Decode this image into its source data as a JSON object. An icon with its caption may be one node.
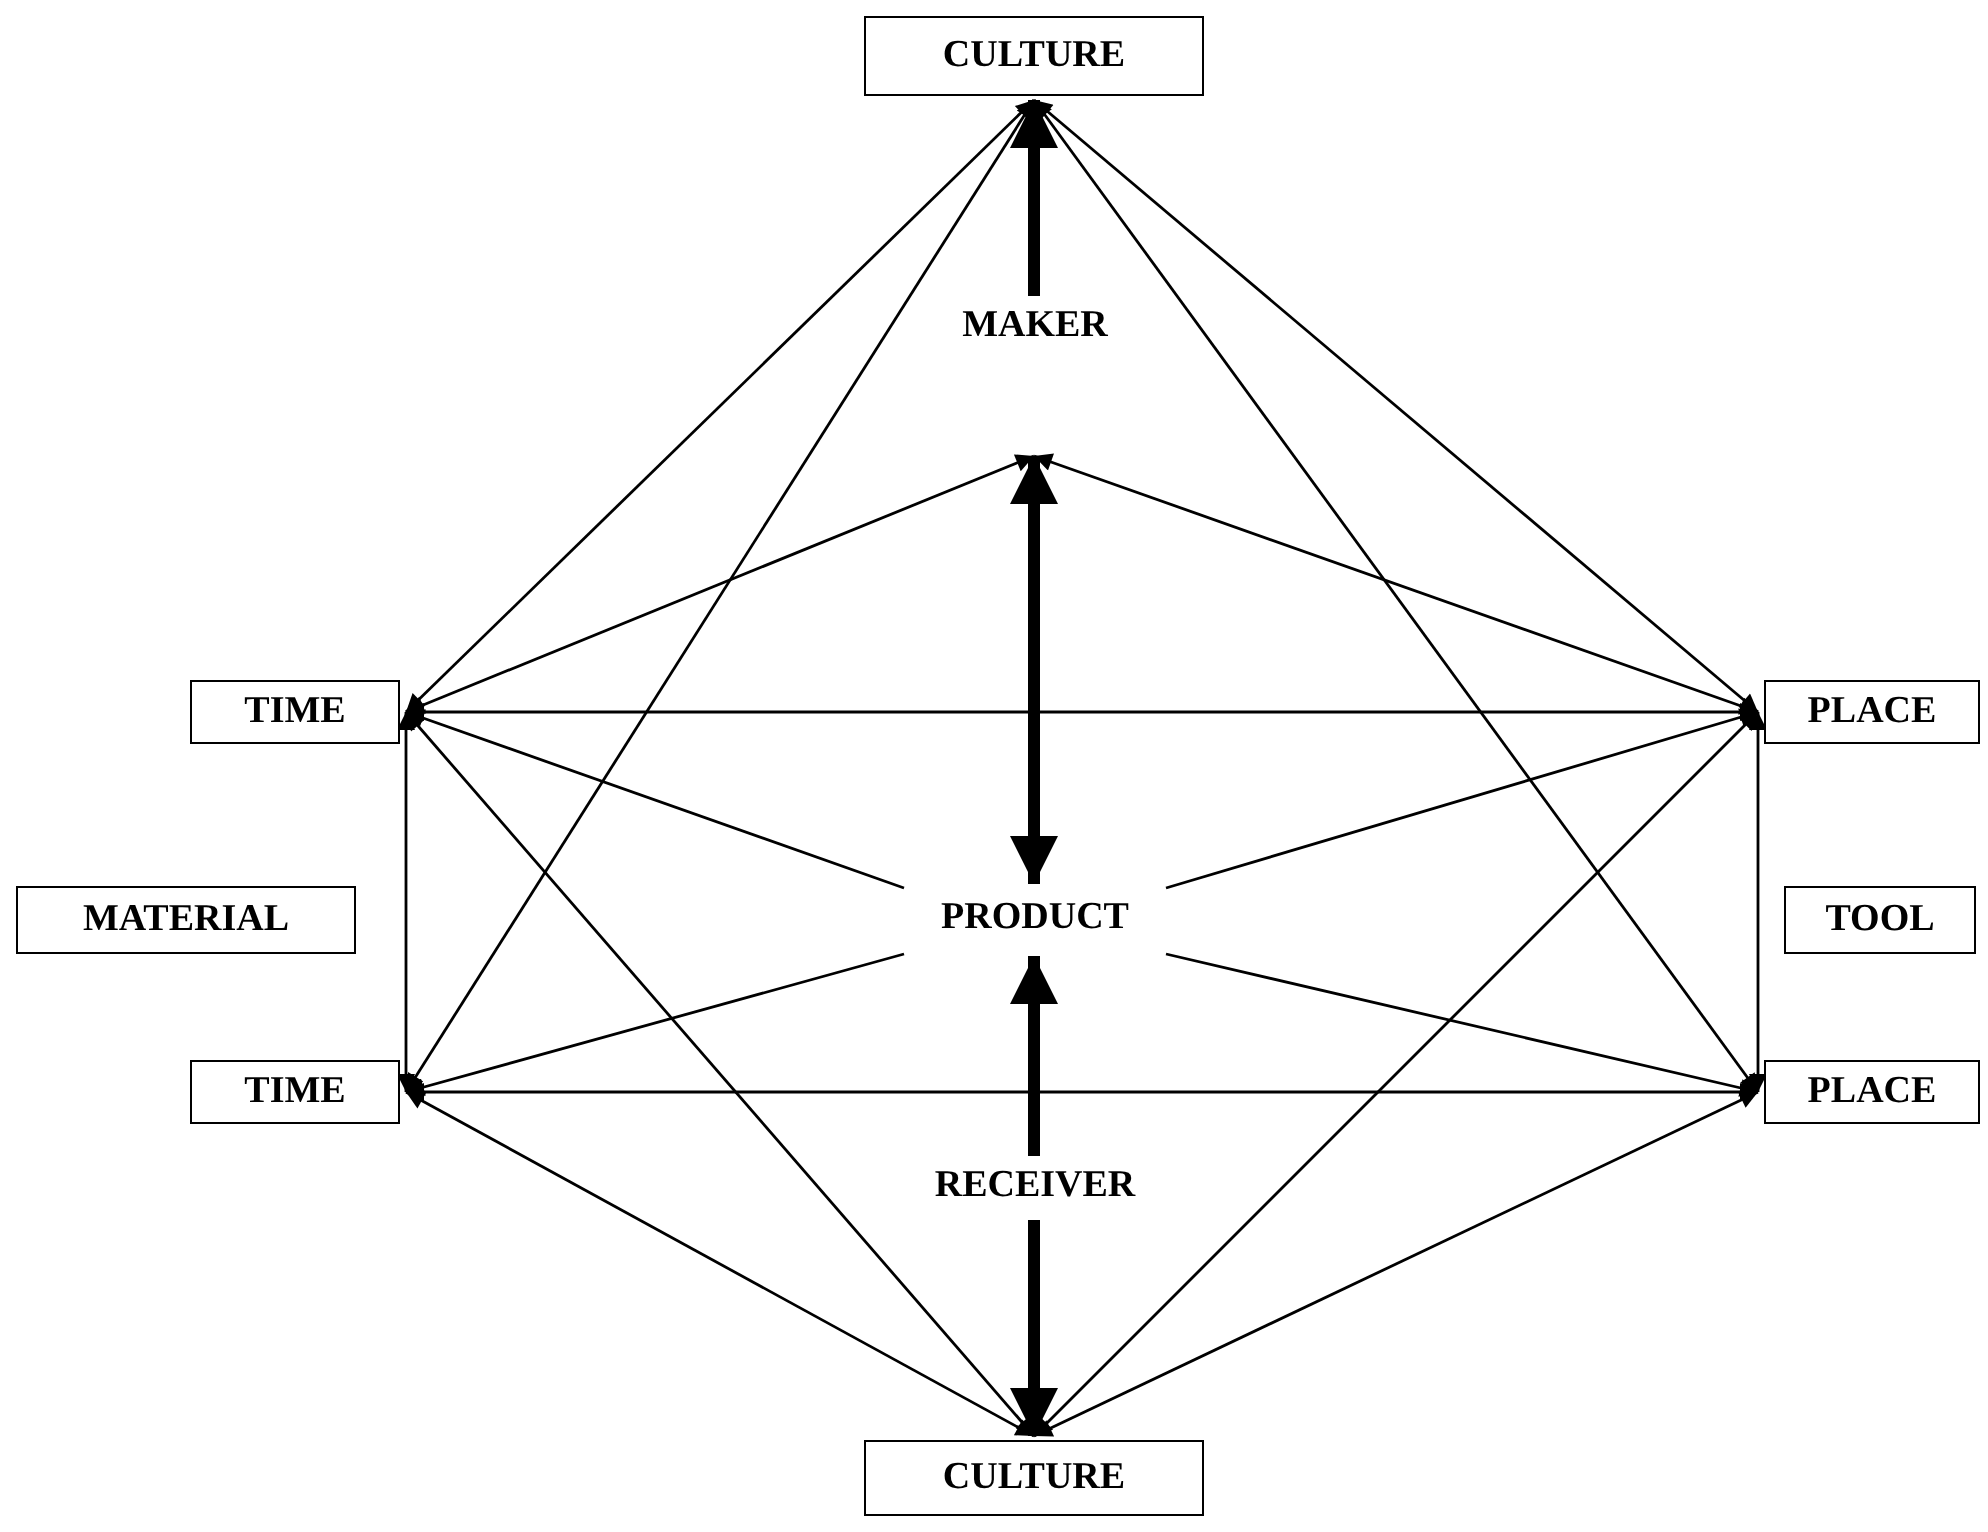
{
  "diagram": {
    "nodes": [
      {
        "text": [
          "CULTURE"
        ]
      },
      {
        "text": [
          "MAKER"
        ]
      },
      {
        "text": [
          "TIME"
        ]
      },
      {
        "text": [
          "PLACE"
        ]
      },
      {
        "text": [
          "MATERIAL"
        ]
      },
      {
        "text": [
          "PRODUCT"
        ]
      },
      {
        "text": [
          "TOOL"
        ]
      },
      {
        "text": [
          "TIME"
        ]
      },
      {
        "text": [
          "PLACE"
        ]
      },
      {
        "text": [
          "RECEIVER"
        ]
      },
      {
        "text": [
          "CULTURE"
        ]
      }
    ],
    "edges": [
      {
        "from": 1,
        "to": 0,
        "arrow": "to",
        "style": "thick"
      },
      {
        "from": 1,
        "to": 5,
        "arrow": "both",
        "style": "thick"
      },
      {
        "from": 9,
        "to": 5,
        "arrow": "to",
        "style": "thick"
      },
      {
        "from": 9,
        "to": 10,
        "arrow": "to",
        "style": "thick"
      },
      {
        "from": 2,
        "to": 0,
        "arrow": "both"
      },
      {
        "from": 7,
        "to": 0,
        "arrow": "both"
      },
      {
        "from": 3,
        "to": 0,
        "arrow": "both"
      },
      {
        "from": 8,
        "to": 0,
        "arrow": "both"
      },
      {
        "from": 2,
        "to": 1,
        "arrow": "both"
      },
      {
        "from": 3,
        "to": 1,
        "arrow": "both"
      },
      {
        "from": 2,
        "to": 3,
        "arrow": "both"
      },
      {
        "from": 2,
        "to": 7,
        "arrow": "both"
      },
      {
        "from": 3,
        "to": 8,
        "arrow": "both"
      },
      {
        "from": 5,
        "to": 2,
        "arrow": "to"
      },
      {
        "from": 5,
        "to": 8,
        "arrow": "to"
      },
      {
        "from": 5,
        "to": 7,
        "arrow": "to"
      },
      {
        "from": 5,
        "to": 3,
        "arrow": "to"
      },
      {
        "from": 7,
        "to": 8,
        "arrow": "both"
      },
      {
        "from": 2,
        "to": 10,
        "arrow": "both"
      },
      {
        "from": 7,
        "to": 10,
        "arrow": "both"
      },
      {
        "from": 3,
        "to": 10,
        "arrow": "both"
      },
      {
        "from": 8,
        "to": 10,
        "arrow": "both"
      }
    ]
  }
}
